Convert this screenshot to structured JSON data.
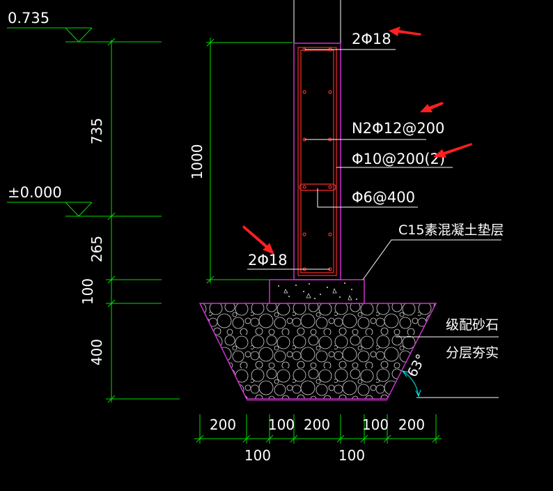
{
  "colors": {
    "background": "#000000",
    "dimension": "#00e000",
    "outline": "#cc33cc",
    "rebar": "#ff2a2a",
    "text": "#ffffff",
    "leader": "#ffffff",
    "arrow": "#ff2020",
    "hatch": "#d8d8d8",
    "angle": "#00ffff"
  },
  "elevations": {
    "top": "0.735",
    "ground": "±0.000"
  },
  "vertical_dims": {
    "d735": "735",
    "d265": "265",
    "d100": "100",
    "d400": "400",
    "d1000": "1000"
  },
  "horizontal_dims": {
    "top_row": [
      "200",
      "100",
      "200",
      "100",
      "200"
    ],
    "bottom_row": [
      "100",
      "100"
    ]
  },
  "rebar_labels": {
    "top_bars": "2Φ18",
    "side_bars": "N2Φ12@200",
    "stirrups": "Φ10@200(2)",
    "tie": "Φ6@400",
    "bottom_bars": "2Φ18"
  },
  "material_labels": {
    "cushion": "C15素混凝土垫层",
    "gravel_line1": "级配砂石",
    "gravel_line2": "分层夯实"
  },
  "angle_label": "63°",
  "annotation_icons": [
    "red-arrow-icon",
    "red-arrow-icon",
    "red-arrow-icon",
    "red-arrow-icon"
  ]
}
